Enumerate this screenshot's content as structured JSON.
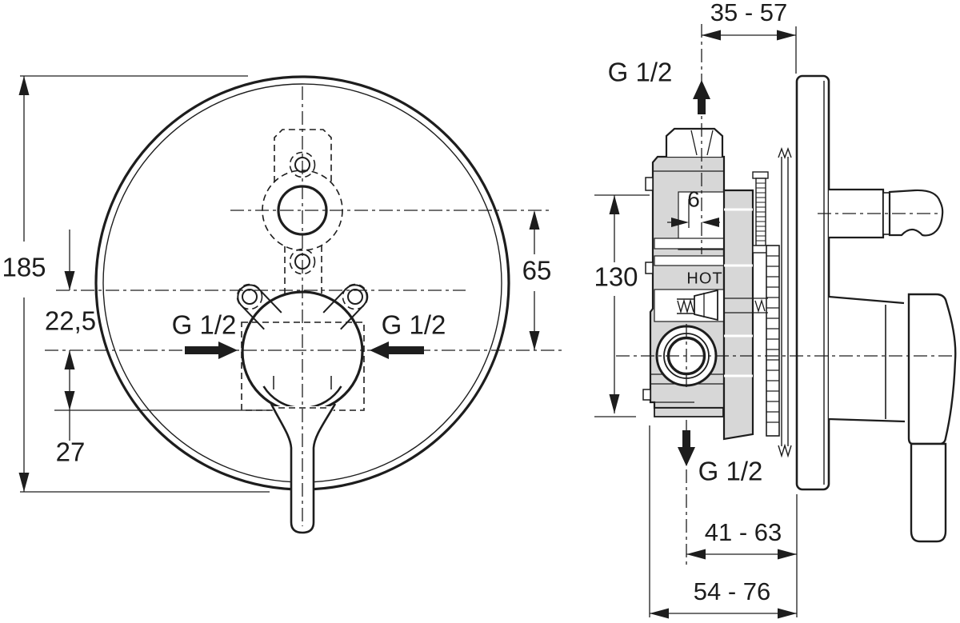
{
  "meta": {
    "drawing_type": "installation dimensional drawing",
    "subject": "concealed single-lever bath/shower mixer",
    "background_color": "#ffffff",
    "line_color": "#1d1d1d",
    "body_fill_color": "#d7d7d7"
  },
  "front_view": {
    "dim_plate_diameter": "185",
    "dim_upper_offset": "22,5",
    "dim_lower_offset": "27",
    "dim_outlet_to_inlet": "65",
    "inlet_left_label": "G 1/2",
    "inlet_right_label": "G 1/2"
  },
  "side_view": {
    "dim_depth_min_max": "35 - 57",
    "outlet_top_label": "G 1/2",
    "dim_center_offset": "6",
    "dim_body_height": "130",
    "hot_label": "HOT",
    "inlet_bottom_label": "G 1/2",
    "dim_axis_to_wall": "41 - 63",
    "dim_body_to_wall": "54 - 76"
  }
}
